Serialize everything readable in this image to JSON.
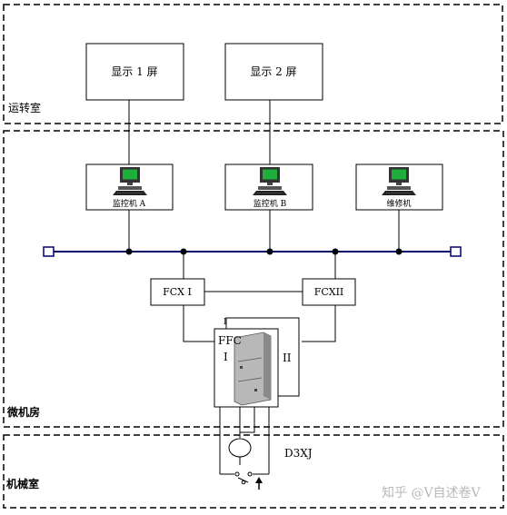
{
  "zones": {
    "control_room": "运转室",
    "micro_room": "微机房",
    "machine_room": "机械室"
  },
  "displays": {
    "display1": "显示 1 屏",
    "display2": "显示 2 屏"
  },
  "computers": {
    "monitor_a": "监控机 A",
    "monitor_b": "监控机 B",
    "maintenance": "维修机"
  },
  "controllers": {
    "fcx1": "FCX I",
    "fcx2": "FCXII"
  },
  "ffc": {
    "label": "FFC",
    "line_i": "I",
    "line_ii": "II",
    "top_i": "I"
  },
  "relay": {
    "label": "D3XJ"
  },
  "watermark": "知乎 @V自述卷V"
}
